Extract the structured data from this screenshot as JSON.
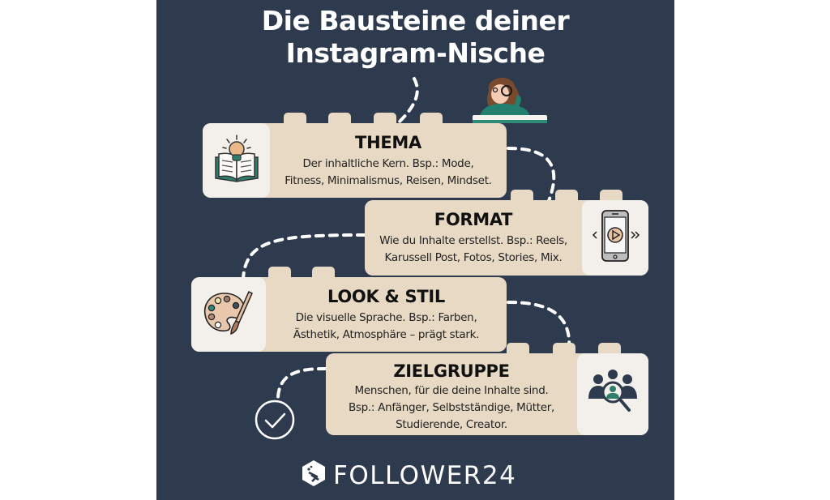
{
  "title": {
    "line1": "Die Bausteine deiner",
    "line2": "Instagram-Nische"
  },
  "blocks": [
    {
      "title": "THEMA",
      "desc_line1": "Der inhaltliche Kern. Bsp.: Mode,",
      "desc_line2": "Fitness, Minimalismus, Reisen, Mindset.",
      "icon": "book-lightbulb-icon"
    },
    {
      "title": "FORMAT",
      "desc_line1": "Wie du Inhalte erstellst. Bsp.: Reels,",
      "desc_line2": "Karussell Post, Fotos, Stories, Mix.",
      "icon": "smartphone-play-icon"
    },
    {
      "title": "LOOK & STIL",
      "desc_line1": "Die visuelle Sprache. Bsp.: Farben,",
      "desc_line2": "Ästhetik, Atmosphäre – prägt stark.",
      "icon": "paint-palette-icon"
    },
    {
      "title": "ZIELGRUPPE",
      "desc_line1": "Menschen, für die deine Inhalte sind.",
      "desc_line2": "Bsp.: Anfänger, Selbstständige, Mütter,",
      "desc_line3": "Studierende, Creator.",
      "icon": "audience-search-icon"
    }
  ],
  "end_marker": "checkmark-circle-icon",
  "illustration": "woman-with-magnifier-reading-book",
  "brand": {
    "name": "FOLLOWER",
    "number": "24"
  },
  "colors": {
    "background": "#2e3b4e",
    "block": "#e8d9c4",
    "icon_box": "#f3efea",
    "accent_teal": "#2f7d6d",
    "accent_peach": "#eac3a0",
    "text_dark": "#111111",
    "text_light": "#ffffff"
  }
}
